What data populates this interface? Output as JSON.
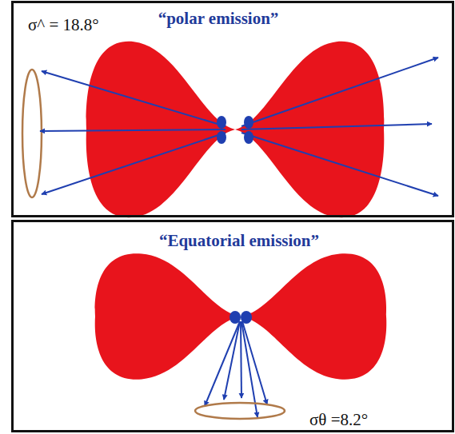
{
  "diagram": {
    "nodes": [
      {
        "text": [
          "“polar emission”",
          "σ^ = 18.8°"
        ]
      },
      {
        "text": [
          "“Equatorial emission”",
          "σθ =8.2°"
        ]
      }
    ]
  }
}
